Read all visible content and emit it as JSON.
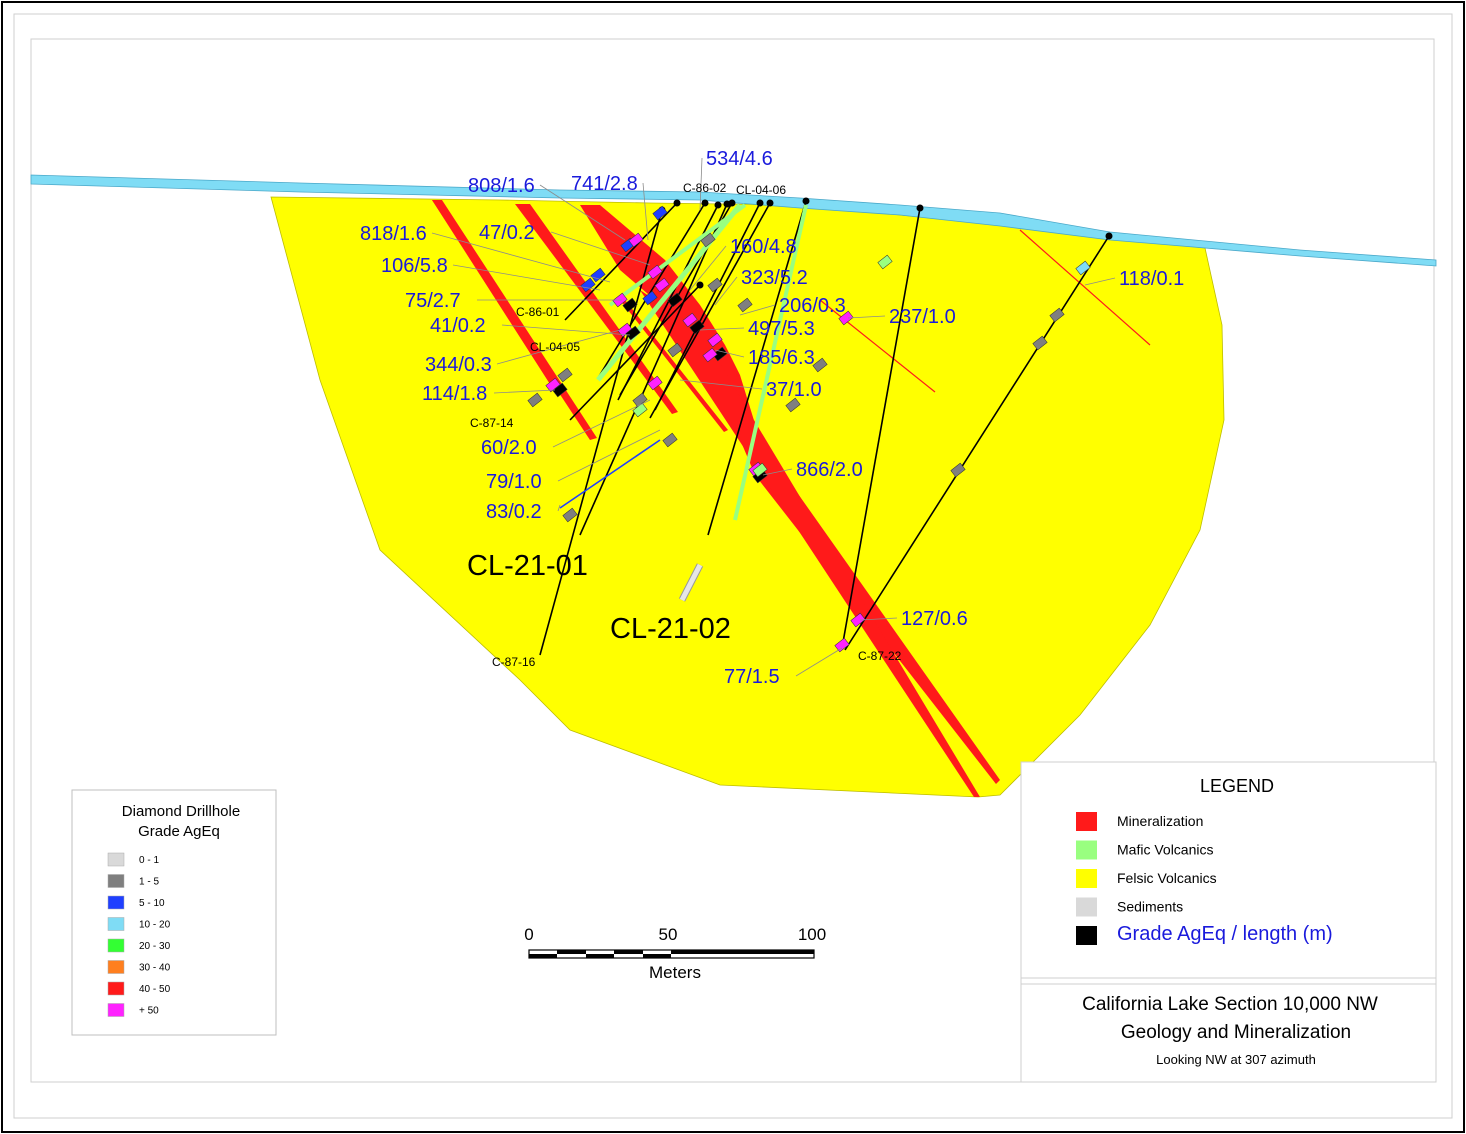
{
  "grade_legend": {
    "title_line1": "Diamond Drillhole",
    "title_line2": "Grade AgEq",
    "items": [
      {
        "label": "0 - 1",
        "color": "#d9d9d9"
      },
      {
        "label": "1 - 5",
        "color": "#7f7f7f"
      },
      {
        "label": "5 - 10",
        "color": "#1f3fff"
      },
      {
        "label": "10 - 20",
        "color": "#7fdcf5"
      },
      {
        "label": "20 - 30",
        "color": "#33ff33"
      },
      {
        "label": "30 - 40",
        "color": "#ff7f1f"
      },
      {
        "label": "40 - 50",
        "color": "#ff1a1a"
      },
      {
        "label": "+ 50",
        "color": "#ff22ff"
      }
    ]
  },
  "main_legend": {
    "title": "LEGEND",
    "items": [
      {
        "label": "Mineralization",
        "color": "#ff1a1a"
      },
      {
        "label": "Mafic Volcanics",
        "color": "#99ff80"
      },
      {
        "label": "Felsic Volcanics",
        "color": "#ffff00"
      },
      {
        "label": "Sediments",
        "color": "#d9d9d9"
      },
      {
        "label": "Grade AgEq / length (m)",
        "color": "#000000"
      }
    ]
  },
  "title_block": {
    "line1": "California Lake Section 10,000 NW",
    "line2": "Geology and Mineralization",
    "line3": "Looking NW at 307 azimuth"
  },
  "scale_bar": {
    "ticks": [
      "0",
      "50",
      "100"
    ],
    "unit": "Meters"
  },
  "drillholes": {
    "C-86-02": "C-86-02",
    "CL-04-06": "CL-04-06",
    "C-86-01": "C-86-01",
    "CL-04-05": "CL-04-05",
    "C-87-14": "C-87-14",
    "C-87-16": "C-87-16",
    "C-87-22": "C-87-22",
    "CL-21-01": "CL-21-01",
    "CL-21-02": "CL-21-02"
  },
  "intercepts": [
    "534/4.6",
    "808/1.6",
    "741/2.8",
    "818/1.6",
    "47/0.2",
    "160/4.8",
    "106/5.8",
    "323/5.2",
    "75/2.7",
    "206/0.3",
    "237/1.0",
    "41/0.2",
    "497/5.3",
    "344/0.3",
    "185/6.3",
    "114/1.8",
    "37/1.0",
    "60/2.0",
    "79/1.0",
    "866/2.0",
    "83/0.2",
    "127/0.6",
    "77/1.5",
    "118/0.1"
  ],
  "colors": {
    "felsic": "#ffff00",
    "overburden": "#7fdcf5",
    "mineralization": "#ff1a1a",
    "mafic": "#99ff80",
    "intercept_text": "#1a1adc"
  }
}
